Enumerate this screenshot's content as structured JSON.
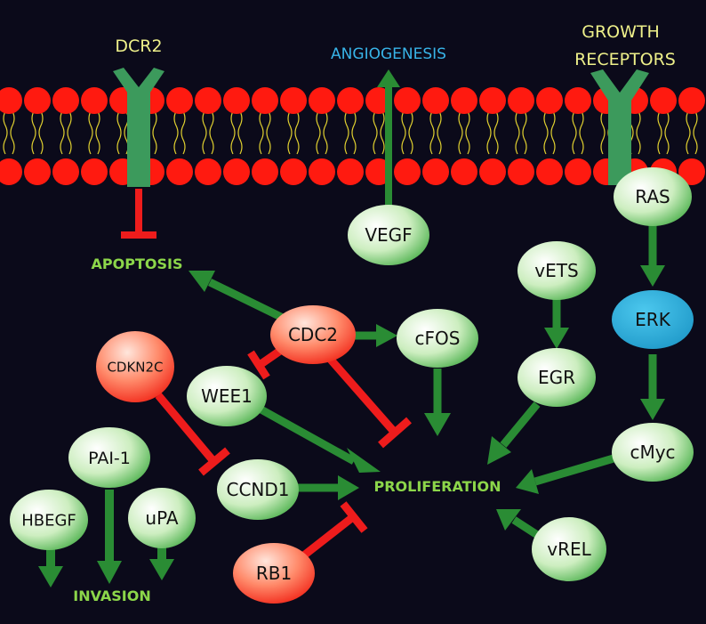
{
  "colors": {
    "background": "#0b0a1a",
    "lipid_head": "#ff1a10",
    "lipid_tail": "#e0d030",
    "activation": "#2a8c34",
    "inhibition": "#ee1c1c",
    "receptor": "#3c9a5c",
    "green_node": "#d6f0c6",
    "red_node": "#ff5a3a",
    "blue_node": "#2aaed8",
    "process_text": "#8cd64a",
    "membrane_text": "#eef08a",
    "angio_text": "#38b4e8"
  },
  "membrane_labels": {
    "dcr2": "DCR2",
    "angiogenesis": "ANGIOGENESIS",
    "growth_receptors_line1": "GROWTH",
    "growth_receptors_line2": "RECEPTORS"
  },
  "processes": {
    "apoptosis": "APOPTOSIS",
    "proliferation": "PROLIFERATION",
    "invasion": "INVASION"
  },
  "nodes": {
    "vegf": "VEGF",
    "ras": "RAS",
    "erk": "ERK",
    "cmyc": "cMyc",
    "vets": "vETS",
    "egr": "EGR",
    "cfos": "cFOS",
    "cdc2": "CDC2",
    "cdkn2c": "CDKN2C",
    "wee1": "WEE1",
    "ccnd1": "CCND1",
    "rb1": "RB1",
    "pai1": "PAI-1",
    "hbegf": "HBEGF",
    "upa": "uPA",
    "vrel": "vREL"
  },
  "node_colors": {
    "vegf": "green",
    "ras": "green",
    "erk": "blue",
    "cmyc": "green",
    "vets": "green",
    "egr": "green",
    "cfos": "green",
    "cdc2": "red",
    "cdkn2c": "red",
    "wee1": "green",
    "ccnd1": "green",
    "rb1": "red",
    "pai1": "green",
    "hbegf": "green",
    "upa": "green",
    "vrel": "green"
  }
}
